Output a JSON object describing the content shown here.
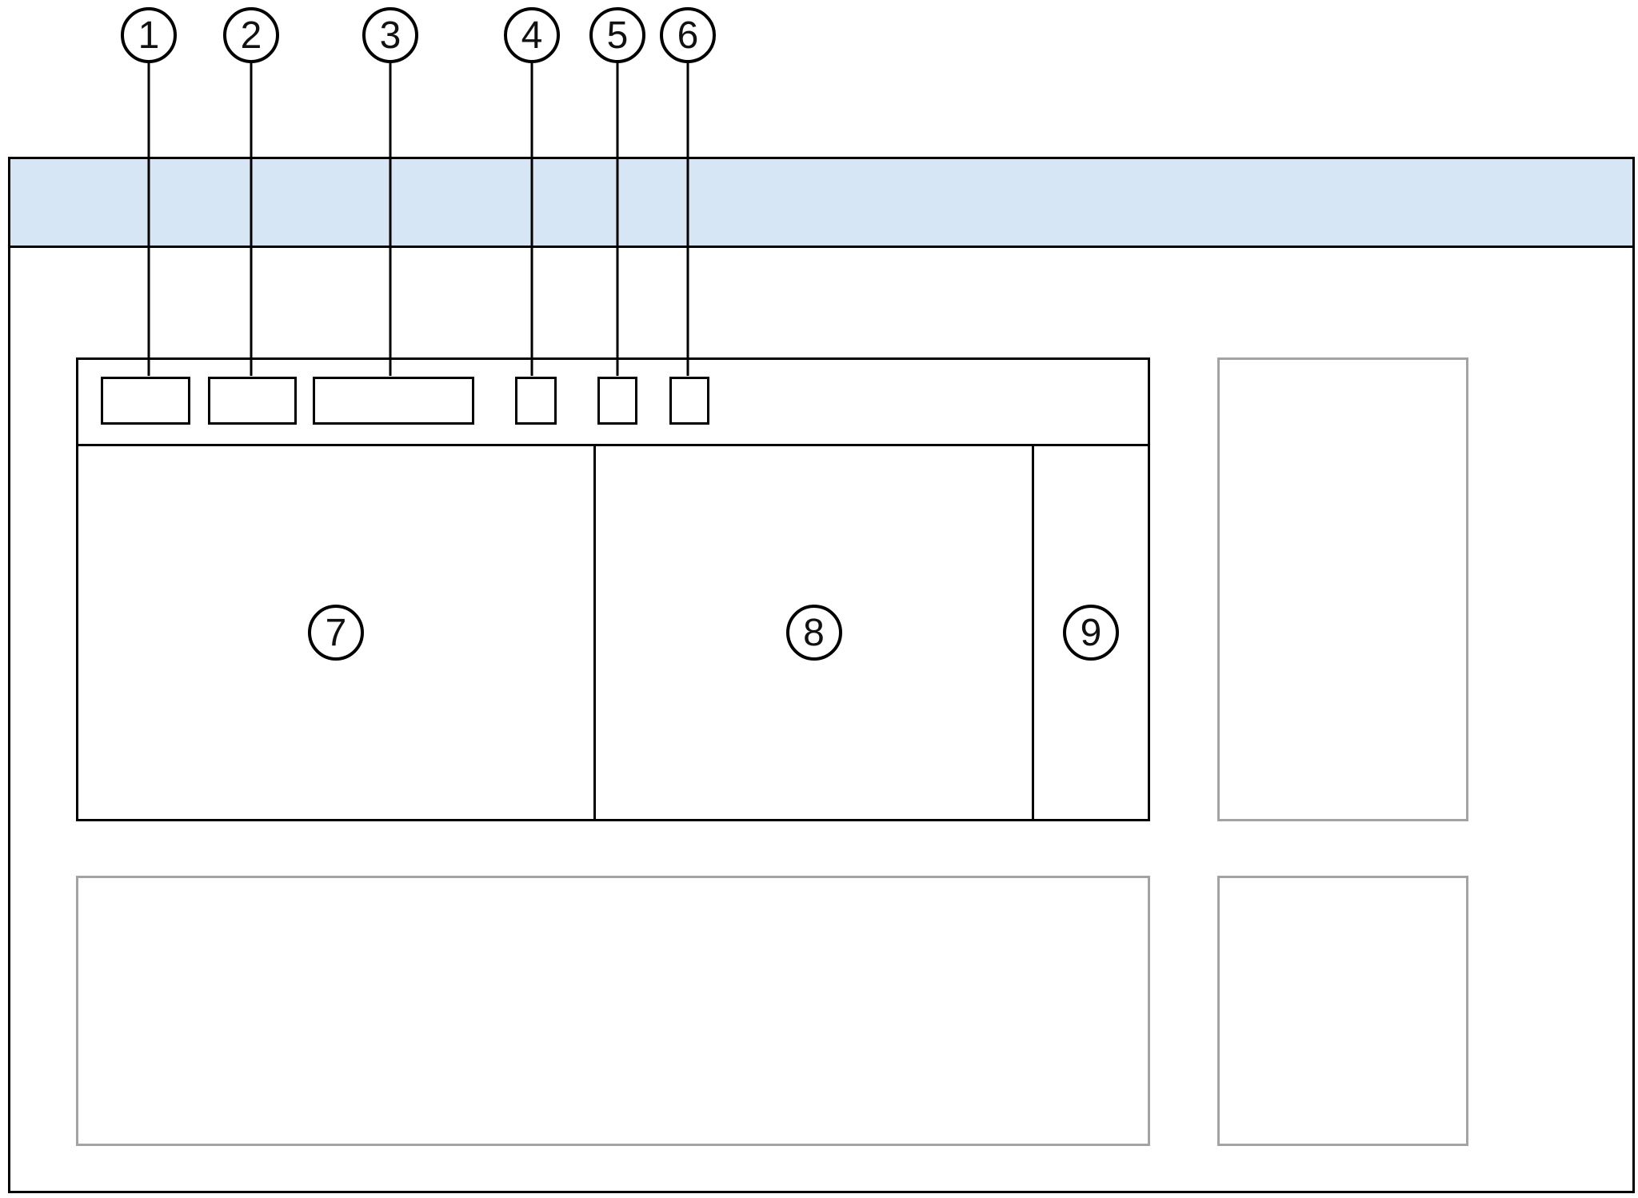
{
  "colors": {
    "canvas_background": "#ffffff",
    "header_bar_fill": "#d7e6f4",
    "primary_outline": "#000000",
    "secondary_outline": "#a3a3a3",
    "callout_text": "#111111"
  },
  "callouts": [
    {
      "label": "1"
    },
    {
      "label": "2"
    },
    {
      "label": "3"
    },
    {
      "label": "4"
    },
    {
      "label": "5"
    },
    {
      "label": "6"
    },
    {
      "label": "7"
    },
    {
      "label": "8"
    },
    {
      "label": "9"
    }
  ]
}
